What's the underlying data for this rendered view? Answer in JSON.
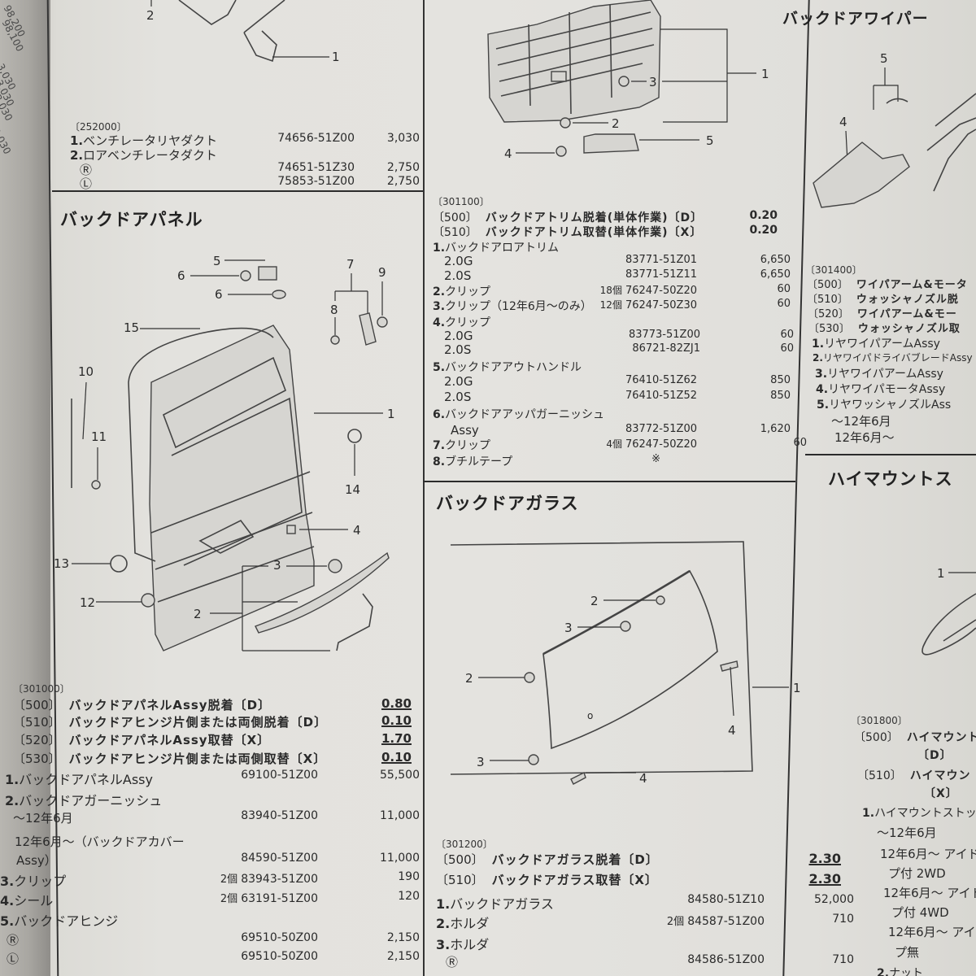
{
  "page": {
    "type": "parts-catalog",
    "gutter_ghost_values": [
      "98,200",
      "98,100",
      "3,030",
      "3,030",
      "3,030",
      "3,030"
    ]
  },
  "ventilator_section": {
    "code": "〔252000〕",
    "items": [
      {
        "num": "1.",
        "name": "ベンチレータリヤダクト",
        "part": "74656-51Z00",
        "price": "3,030"
      },
      {
        "num": "2.",
        "name": "ロアベンチレータダクト",
        "part": "",
        "price": ""
      },
      {
        "num": "",
        "name": "Ⓡ",
        "part": "74651-51Z30",
        "price": "2,750"
      },
      {
        "num": "",
        "name": "Ⓛ",
        "part": "75853-51Z00",
        "price": "2,750"
      }
    ],
    "diagram_callouts": [
      "2",
      "1"
    ]
  },
  "back_door_panel": {
    "title": "バックドアパネル",
    "diagram_callouts": [
      "5",
      "6",
      "6",
      "7",
      "8",
      "9",
      "15",
      "10",
      "11",
      "1",
      "14",
      "4",
      "13",
      "3",
      "12",
      "2"
    ],
    "code": "〔301000〕",
    "operations": [
      {
        "code": "〔500〕",
        "name": "バックドアパネルAssy脱着〔D〕",
        "hours": "0.80"
      },
      {
        "code": "〔510〕",
        "name": "バックドアヒンジ片側または両側脱着〔D〕",
        "hours": "0.10"
      },
      {
        "code": "〔520〕",
        "name": "バックドアパネルAssy取替〔X〕",
        "hours": "1.70"
      },
      {
        "code": "〔530〕",
        "name": "バックドアヒンジ片側または両側取替〔X〕",
        "hours": "0.10"
      }
    ],
    "items": [
      {
        "num": "1.",
        "name": "バックドアパネルAssy",
        "qty": "",
        "part": "69100-51Z00",
        "price": "55,500"
      },
      {
        "num": "2.",
        "name": "バックドアガーニッシュ",
        "qty": "",
        "part": "",
        "price": ""
      },
      {
        "num": "",
        "name": "〜12年6月",
        "qty": "",
        "part": "83940-51Z00",
        "price": "11,000"
      },
      {
        "num": "",
        "name": "12年6月〜（バックドアカバー",
        "qty": "",
        "part": "",
        "price": ""
      },
      {
        "num": "",
        "name": "Assy）",
        "qty": "",
        "part": "84590-51Z00",
        "price": "11,000"
      },
      {
        "num": "3.",
        "name": "クリップ",
        "qty": "2個",
        "part": "83943-51Z00",
        "price": "190"
      },
      {
        "num": "4.",
        "name": "シール",
        "qty": "2個",
        "part": "63191-51Z00",
        "price": "120"
      },
      {
        "num": "5.",
        "name": "バックドアヒンジ",
        "qty": "",
        "part": "",
        "price": ""
      },
      {
        "num": "",
        "name": "Ⓡ",
        "qty": "",
        "part": "69510-50Z00",
        "price": "2,150"
      },
      {
        "num": "",
        "name": "Ⓛ",
        "qty": "",
        "part": "69510-50Z00",
        "price": "2,150"
      }
    ]
  },
  "back_door_trim": {
    "diagram_callouts": [
      "3",
      "1",
      "2",
      "5",
      "4"
    ],
    "code": "〔301100〕",
    "operations": [
      {
        "code": "〔500〕",
        "name": "バックドアトリム脱着(単体作業)〔D〕",
        "hours": "0.20"
      },
      {
        "code": "〔510〕",
        "name": "バックドアトリム取替(単体作業)〔X〕",
        "hours": "0.20"
      }
    ],
    "items": [
      {
        "num": "1.",
        "name": "バックドアロアトリム",
        "qty": "",
        "part": "",
        "price": ""
      },
      {
        "num": "",
        "name": "2.0G",
        "qty": "",
        "part": "83771-51Z01",
        "price": "6,650"
      },
      {
        "num": "",
        "name": "2.0S",
        "qty": "",
        "part": "83771-51Z11",
        "price": "6,650"
      },
      {
        "num": "2.",
        "name": "クリップ",
        "qty": "18個",
        "part": "76247-50Z20",
        "price": "60"
      },
      {
        "num": "3.",
        "name": "クリップ（12年6月〜のみ）",
        "qty": "12個",
        "part": "76247-50Z30",
        "price": "60"
      },
      {
        "num": "4.",
        "name": "クリップ",
        "qty": "",
        "part": "",
        "price": ""
      },
      {
        "num": "",
        "name": "2.0G",
        "qty": "",
        "part": "83773-51Z00",
        "price": "60"
      },
      {
        "num": "",
        "name": "2.0S",
        "qty": "",
        "part": "86721-82ZJ1",
        "price": "60"
      },
      {
        "num": "5.",
        "name": "バックドアアウトハンドル",
        "qty": "",
        "part": "",
        "price": ""
      },
      {
        "num": "",
        "name": "2.0G",
        "qty": "",
        "part": "76410-51Z62",
        "price": "850"
      },
      {
        "num": "",
        "name": "2.0S",
        "qty": "",
        "part": "76410-51Z52",
        "price": "850"
      },
      {
        "num": "6.",
        "name": "バックドアアッパガーニッシュ",
        "qty": "",
        "part": "",
        "price": ""
      },
      {
        "num": "",
        "name": "Assy",
        "qty": "",
        "part": "83772-51Z00",
        "price": "1,620"
      },
      {
        "num": "7.",
        "name": "クリップ",
        "qty": "4個",
        "part": "76247-50Z20",
        "price": "60"
      },
      {
        "num": "8.",
        "name": "ブチルテープ",
        "qty": "",
        "part": "※",
        "price": ""
      }
    ]
  },
  "back_door_glass": {
    "title": "バックドアガラス",
    "diagram_callouts": [
      "2",
      "3",
      "2",
      "1",
      "4",
      "3",
      "4"
    ],
    "code": "〔301200〕",
    "operations": [
      {
        "code": "〔500〕",
        "name": "バックドアガラス脱着〔D〕",
        "hours": "2.30"
      },
      {
        "code": "〔510〕",
        "name": "バックドアガラス取替〔X〕",
        "hours": "2.30"
      }
    ],
    "items": [
      {
        "num": "1.",
        "name": "バックドアガラス",
        "qty": "",
        "part": "84580-51Z10",
        "price": "52,000"
      },
      {
        "num": "2.",
        "name": "ホルダ",
        "qty": "2個",
        "part": "84587-51Z00",
        "price": "710"
      },
      {
        "num": "3.",
        "name": "ホルダ",
        "qty": "",
        "part": "",
        "price": ""
      },
      {
        "num": "",
        "name": "Ⓡ",
        "qty": "",
        "part": "84586-51Z00",
        "price": "710"
      }
    ]
  },
  "back_door_wiper": {
    "title": "バックドアワイパー",
    "diagram_callouts": [
      "5",
      "4"
    ],
    "code": "〔301400〕",
    "operations": [
      {
        "code": "〔500〕",
        "name": "ワイパアーム&モータ"
      },
      {
        "code": "〔510〕",
        "name": "ウォッシャノズル脱"
      },
      {
        "code": "〔520〕",
        "name": "ワイパアーム&モー"
      },
      {
        "code": "〔530〕",
        "name": "ウォッシャノズル取"
      }
    ],
    "items": [
      {
        "num": "1.",
        "name": "リヤワイパアームAssy"
      },
      {
        "num": "2.",
        "name": "リヤワイパドライバブレードAssy"
      },
      {
        "num": "3.",
        "name": "リヤワイパアームAssy"
      },
      {
        "num": "4.",
        "name": "リヤワイパモータAssy"
      },
      {
        "num": "5.",
        "name": "リヤワッシャノズルAss"
      },
      {
        "num": "",
        "name": "〜12年6月"
      },
      {
        "num": "",
        "name": "12年6月〜"
      }
    ]
  },
  "high_mount_stop": {
    "title": "ハイマウントス",
    "diagram_callouts": [
      "1"
    ],
    "code": "〔301800〕",
    "operations": [
      {
        "code": "〔500〕",
        "name": "ハイマウント",
        "suffix": "〔D〕"
      },
      {
        "code": "〔510〕",
        "name": "ハイマウン",
        "suffix": "〔X〕"
      }
    ],
    "items": [
      {
        "num": "1.",
        "name": "ハイマウントストップ"
      },
      {
        "num": "",
        "name": "〜12年6月"
      },
      {
        "num": "",
        "name": "12年6月〜 アイド"
      },
      {
        "num": "",
        "name": "プ付 2WD"
      },
      {
        "num": "",
        "name": "12年6月〜 アイド"
      },
      {
        "num": "",
        "name": "プ付 4WD"
      },
      {
        "num": "",
        "name": "12年6月〜 アイ"
      },
      {
        "num": "",
        "name": "プ無"
      },
      {
        "num": "2.",
        "name": "ナット"
      }
    ]
  }
}
